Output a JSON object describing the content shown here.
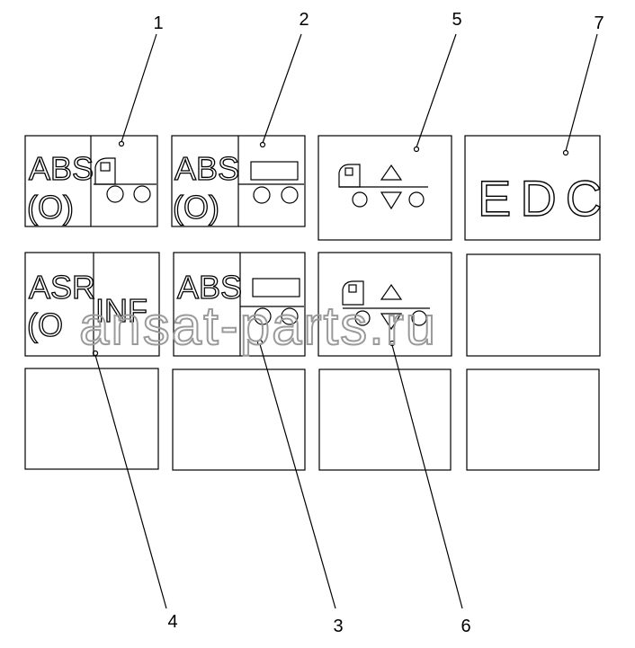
{
  "callouts": {
    "c1": "1",
    "c2": "2",
    "c3": "3",
    "c4": "4",
    "c5": "5",
    "c6": "6",
    "c7": "7"
  },
  "panels": {
    "p1": {
      "text": "ABS",
      "sub": "(O)"
    },
    "p2": {
      "text": "ABS",
      "sub": "(O)"
    },
    "p4": {
      "text": "ASR",
      "sub": "(O",
      "right": "INF"
    },
    "p3": {
      "text": "ABS"
    },
    "p7": {
      "text": "EDC"
    }
  },
  "watermark": "ansat-parts.ru"
}
